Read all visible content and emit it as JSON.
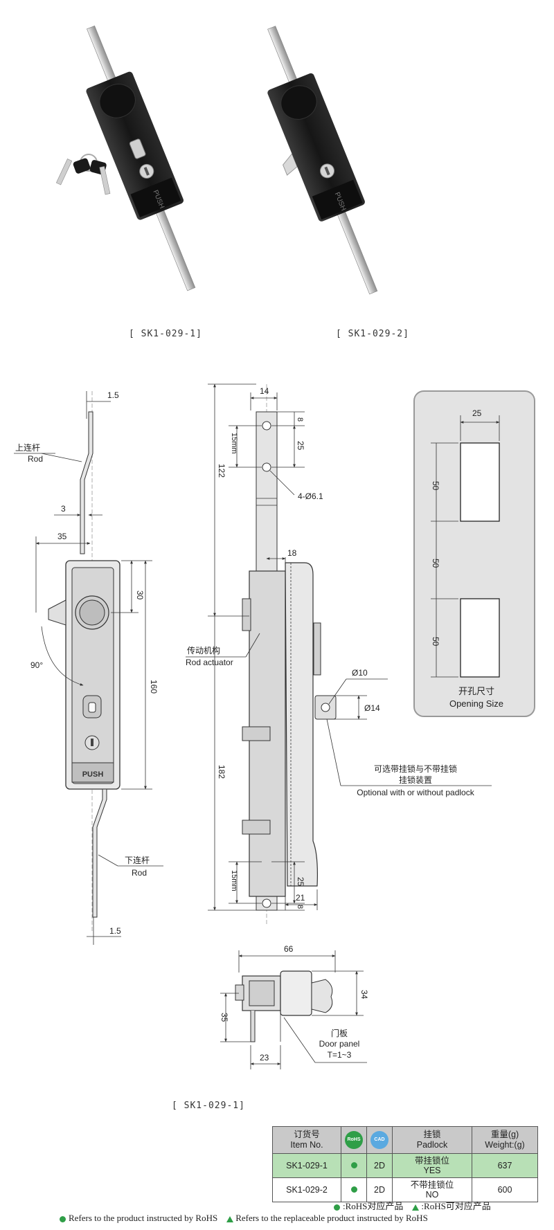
{
  "captions": {
    "photo_1": "[ SK1-029-1]",
    "photo_2": "[ SK1-029-2]",
    "drawing": "[ SK1-029-1]"
  },
  "photo_labels": {
    "push": "PUSH"
  },
  "side_view": {
    "dim_top_offset": "1.5",
    "upper_rod_cn": "上连杆",
    "upper_rod_en": "Rod",
    "dim_3": "3",
    "dim_35": "35",
    "dim_30": "30",
    "angle": "90°",
    "dim_160": "160",
    "push": "PUSH",
    "lower_rod_cn": "下连杆",
    "lower_rod_en": "Rod",
    "dim_bottom_offset": "1.5"
  },
  "front_view": {
    "dim_14": "14",
    "dim_8_top": "8",
    "dim_25_top": "25",
    "dim_15mm_top": "15mm",
    "holes": "4-Ø6.1",
    "dim_122": "122",
    "dim_18": "18",
    "actuator_cn": "传动机构",
    "actuator_en": "Rod actuator",
    "dim_d10": "Ø10",
    "dim_d14": "Ø14",
    "dim_182": "182",
    "padlock_cn_1": "可选带挂锁与不带挂锁",
    "padlock_cn_2": "挂锁装置",
    "padlock_en": "Optional with or without padlock",
    "dim_21": "21",
    "dim_15mm_bottom": "15mm",
    "dim_25_bottom": "25",
    "dim_8_bottom": "8"
  },
  "opening": {
    "dim_25": "25",
    "dim_50_a": "50",
    "dim_50_b": "50",
    "dim_50_c": "50",
    "title_cn": "开孔尺寸",
    "title_en": "Opening Size"
  },
  "top_view": {
    "dim_66": "66",
    "dim_34": "34",
    "dim_35": "35",
    "dim_23": "23",
    "door_cn": "门板",
    "door_en": "Door panel",
    "thickness": "T=1~3"
  },
  "table": {
    "headers": {
      "item_cn": "订货号",
      "item_en": "Item No.",
      "rohs": "RoHS",
      "cad": "CAD",
      "padlock_cn": "挂锁",
      "padlock_en": "Padlock",
      "weight_cn": "重量(g)",
      "weight_en": "Weight:(g)"
    },
    "rows": [
      {
        "item": "SK1-029-1",
        "cad": "2D",
        "padlock_cn": "带挂锁位",
        "padlock_en": "YES",
        "weight": "637"
      },
      {
        "item": "SK1-029-2",
        "cad": "2D",
        "padlock_cn": "不带挂锁位",
        "padlock_en": "NO",
        "weight": "600"
      }
    ]
  },
  "legend": {
    "line1_a": ":RoHS对应产品",
    "line1_b": ":RoHS可对应产品",
    "line2_a": "Refers to the product instructed by RoHS",
    "line2_b": "Refers to the replaceable product instructed by RoHS"
  },
  "colors": {
    "rohs_green": "#2f9e47",
    "cad_blue": "#5aa9e0",
    "row_green": "#b8e0b6"
  }
}
